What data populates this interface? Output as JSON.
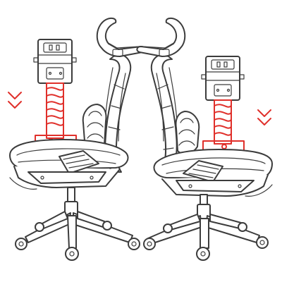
{
  "colors": {
    "line": "#3c3c3c",
    "accent": "#e0302b",
    "background": "#ffffff"
  },
  "figure": {
    "panels": [
      {
        "name": "chair-left",
        "arrow_direction": "down",
        "arrow_icon": "double-chevron-down-icon"
      },
      {
        "name": "chair-right",
        "arrow_direction": "down",
        "arrow_icon": "double-chevron-down-icon"
      }
    ],
    "highlighted_part": "gas-spring-cylinder",
    "icons": [
      "cylinder-housing-icon",
      "coil-spring-icon",
      "double-chevron-down-icon",
      "caster-wheel-icon"
    ]
  }
}
